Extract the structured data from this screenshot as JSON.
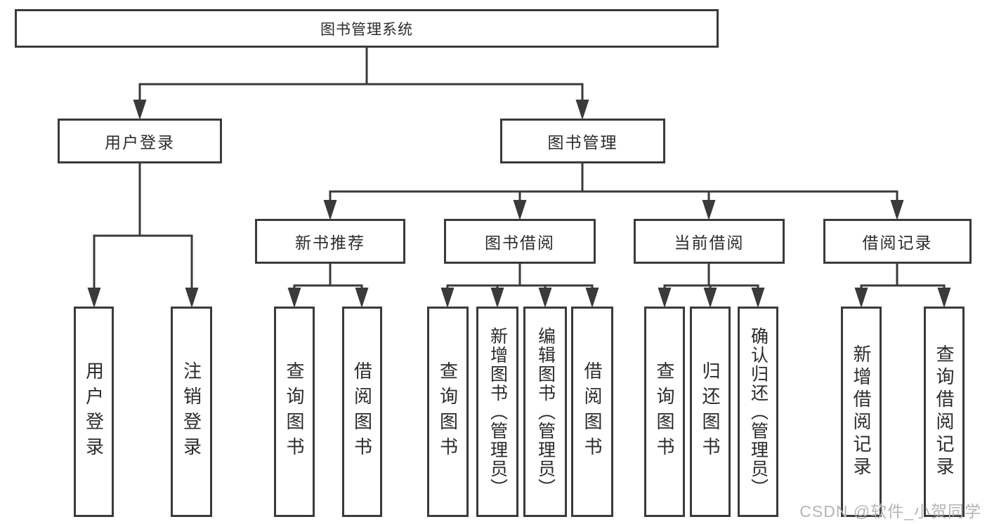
{
  "colors": {
    "line": "#3a3a3a",
    "text": "#2b2b2b",
    "watermark": "#b5b5b5",
    "background": "#ffffff"
  },
  "watermark": {
    "text": "CSDN @软件_小贺同学"
  },
  "tree": {
    "label": "图书管理系统",
    "children": [
      {
        "label": "用户登录",
        "children": [
          {
            "label": "用户登录"
          },
          {
            "label": "注销登录"
          }
        ]
      },
      {
        "label": "图书管理",
        "children": [
          {
            "label": "新书推荐",
            "children": [
              {
                "label": "查询图书"
              },
              {
                "label": "借阅图书"
              }
            ]
          },
          {
            "label": "图书借阅",
            "children": [
              {
                "label": "查询图书"
              },
              {
                "label": "新增图书（管理员）"
              },
              {
                "label": "编辑图书（管理员）"
              },
              {
                "label": "借阅图书"
              }
            ]
          },
          {
            "label": "当前借阅",
            "children": [
              {
                "label": "查询图书"
              },
              {
                "label": "归还图书"
              },
              {
                "label": "确认归还（管理员）"
              }
            ]
          },
          {
            "label": "借阅记录",
            "children": [
              {
                "label": "新增借阅记录"
              },
              {
                "label": "查询借阅记录"
              }
            ]
          }
        ]
      }
    ]
  }
}
